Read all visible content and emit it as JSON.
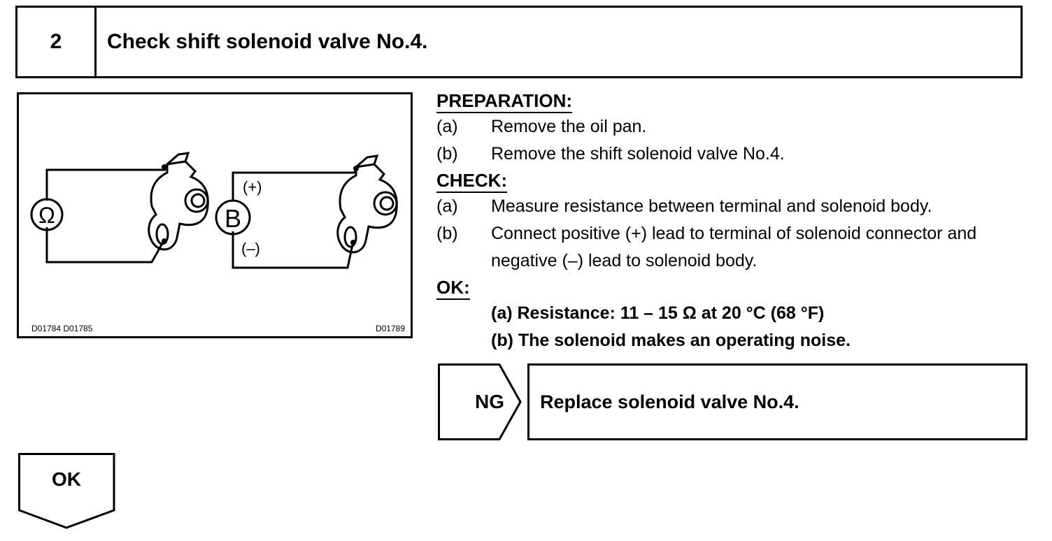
{
  "step": {
    "number": "2",
    "title": "Check shift solenoid valve No.4."
  },
  "figure": {
    "ohmmeter_symbol": "Ω",
    "battery_symbol": "B",
    "positive_label": "(+)",
    "negative_label": "(–)",
    "code_left": "D01784  D01785",
    "code_right": "D01789"
  },
  "preparation": {
    "heading": "PREPARATION:",
    "items": [
      {
        "label": "(a)",
        "text": "Remove the oil pan."
      },
      {
        "label": "(b)",
        "text": "Remove the shift solenoid valve No.4."
      }
    ]
  },
  "check": {
    "heading": "CHECK:",
    "items": [
      {
        "label": "(a)",
        "text": "Measure resistance between terminal and solenoid body."
      },
      {
        "label": "(b)",
        "text": "Connect positive (+) lead to terminal of solenoid connector and negative (–) lead to solenoid body."
      }
    ]
  },
  "ok": {
    "heading": "OK:",
    "items": [
      "(a) Resistance: 11 – 15 Ω at 20 °C (68 °F)",
      "(b) The solenoid makes an operating noise."
    ]
  },
  "ng": {
    "label": "NG",
    "action": "Replace solenoid valve No.4."
  },
  "ok_arrow": {
    "label": "OK"
  }
}
